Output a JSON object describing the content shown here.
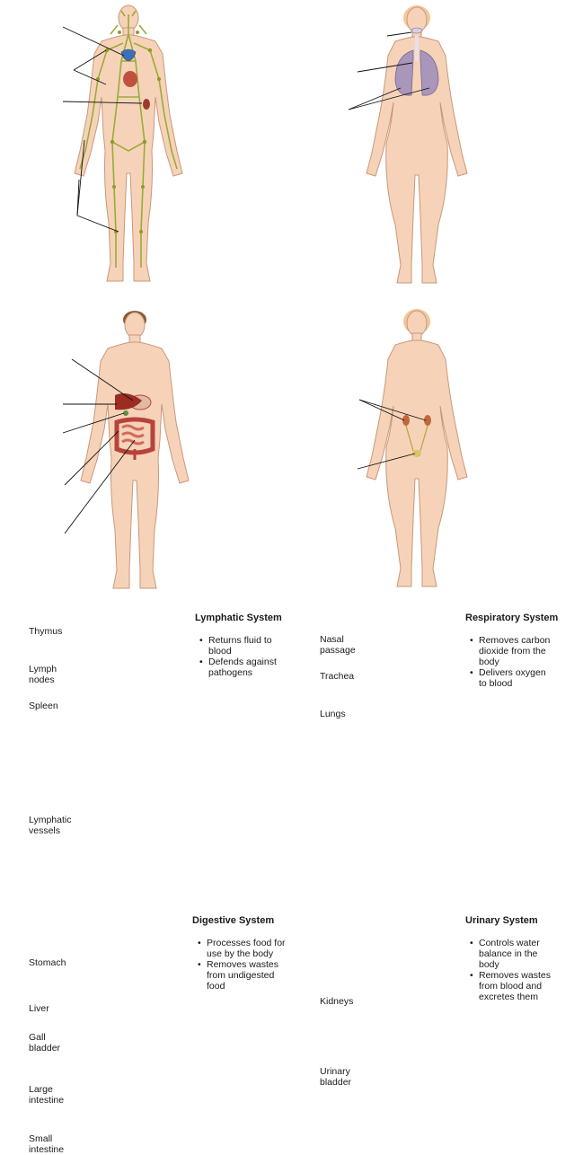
{
  "panels": {
    "lymphatic": {
      "title": "Lymphatic System",
      "bullets": [
        "Returns fluid to blood",
        "Defends against pathogens"
      ],
      "labels": {
        "thymus": "Thymus",
        "lymph_nodes": "Lymph\nnodes",
        "spleen": "Spleen",
        "lymphatic_vessels": "Lymphatic\nvessels"
      }
    },
    "respiratory": {
      "title": "Respiratory System",
      "bullets": [
        "Removes carbon dioxide from the body",
        "Delivers oxygen to blood"
      ],
      "labels": {
        "nasal_passage": "Nasal passage",
        "trachea": "Trachea",
        "lungs": "Lungs"
      }
    },
    "digestive": {
      "title": "Digestive System",
      "bullets": [
        "Processes food for use by the body",
        "Removes wastes from undigested food"
      ],
      "labels": {
        "stomach": "Stomach",
        "liver": "Liver",
        "gall_bladder": "Gall\nbladder",
        "large_intestine": "Large\nintestine",
        "small_intestine": "Small\nintestine"
      }
    },
    "urinary": {
      "title": "Urinary System",
      "bullets": [
        "Controls water balance in the body",
        "Removes wastes from blood and excretes them"
      ],
      "labels": {
        "kidneys": "Kidneys",
        "urinary_bladder": "Urinary\nbladder"
      }
    }
  },
  "colors": {
    "skin": "#f6d3b8",
    "skin_outline": "#c9977a",
    "lymph": "#9aab3a",
    "lung": "#a996bb",
    "organ_red": "#b8423a",
    "kidney": "#c0683c",
    "hair_blonde": "#f3c79a",
    "hair_brown": "#8b5a32"
  }
}
